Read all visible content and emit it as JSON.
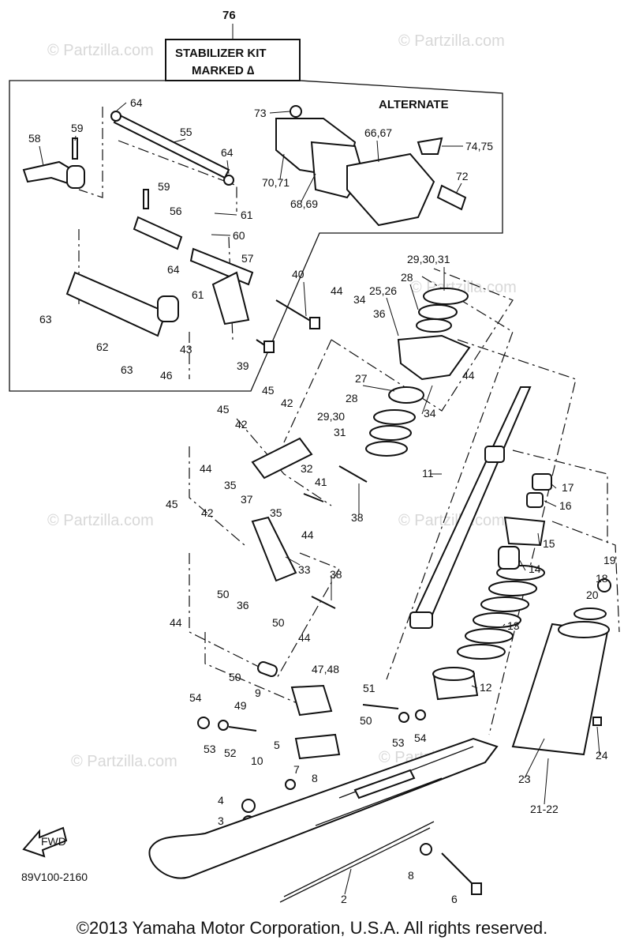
{
  "header": {
    "top_number": "76",
    "kit_line1": "STABILIZER KIT",
    "kit_line2": "MARKED ∆",
    "alternate": "ALTERNATE"
  },
  "watermark": "© Partzilla.com",
  "catalog_code": "89V100-2160",
  "fwd_label": "FWD",
  "copyright": "©2013 Yamaha Motor Corporation, U.S.A. All rights reserved.",
  "callouts": [
    "64",
    "59",
    "55",
    "58",
    "64",
    "73",
    "66,67",
    "74,75",
    "70,71",
    "68,69",
    "72",
    "59",
    "56",
    "61",
    "60",
    "64",
    "57",
    "61",
    "40",
    "63",
    "62",
    "63",
    "46",
    "43",
    "39",
    "29,30,31",
    "28",
    "25,26",
    "44",
    "34",
    "36",
    "44",
    "34",
    "27",
    "28",
    "29,30",
    "31",
    "45",
    "42",
    "45",
    "42",
    "32",
    "41",
    "38",
    "11",
    "17",
    "16",
    "15",
    "14",
    "13",
    "12",
    "44",
    "35",
    "37",
    "45",
    "42",
    "35",
    "44",
    "33",
    "38",
    "44",
    "50",
    "36",
    "50",
    "44",
    "47,48",
    "9",
    "50",
    "51",
    "54",
    "49",
    "50",
    "53",
    "54",
    "53",
    "52",
    "5",
    "10",
    "7",
    "8",
    "4",
    "3",
    "19",
    "18",
    "20",
    "23",
    "24",
    "21-22",
    "8",
    "6",
    "2"
  ]
}
